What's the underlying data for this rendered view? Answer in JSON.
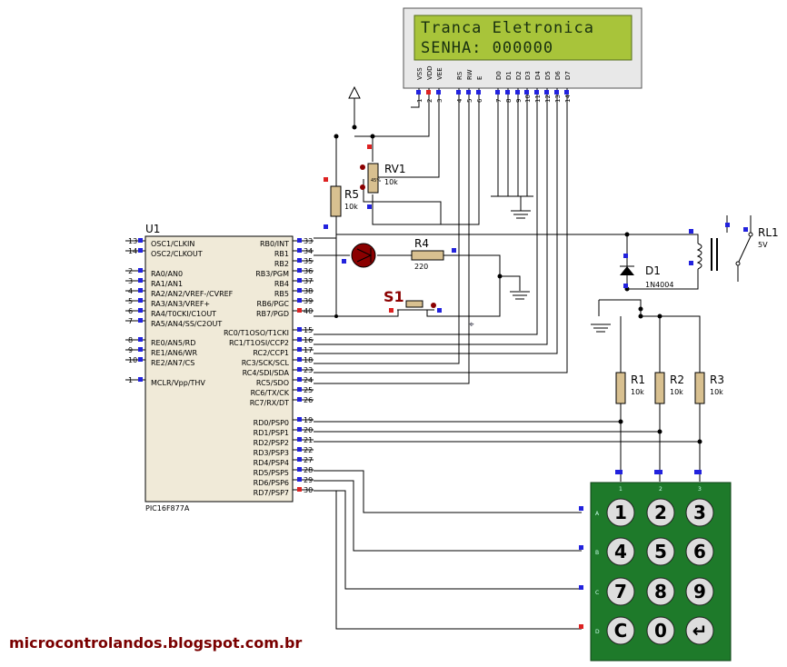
{
  "lcd": {
    "line1": "Tranca Eletronica",
    "line2": "SENHA: 000000",
    "pins": [
      "VSS",
      "VDD",
      "VEE",
      "RS",
      "RW",
      "E",
      "D0",
      "D1",
      "D2",
      "D3",
      "D4",
      "D5",
      "D6",
      "D7"
    ],
    "pin_numbers": [
      "1",
      "2",
      "3",
      "4",
      "5",
      "6",
      "7",
      "8",
      "9",
      "10",
      "11",
      "12",
      "13",
      "14"
    ]
  },
  "mcu": {
    "ref": "U1",
    "part": "PIC16F877A",
    "left_pins": [
      [
        "13",
        "OSC1/CLKIN"
      ],
      [
        "14",
        "OSC2/CLKOUT"
      ],
      [
        "2",
        "RA0/AN0"
      ],
      [
        "3",
        "RA1/AN1"
      ],
      [
        "4",
        "RA2/AN2/VREF-/CVREF"
      ],
      [
        "5",
        "RA3/AN3/VREF+"
      ],
      [
        "6",
        "RA4/T0CKI/C1OUT"
      ],
      [
        "7",
        "RA5/AN4/SS/C2OUT"
      ],
      [
        "8",
        "RE0/AN5/RD"
      ],
      [
        "9",
        "RE1/AN6/WR"
      ],
      [
        "10",
        "RE2/AN7/CS"
      ],
      [
        "1",
        "MCLR/Vpp/THV"
      ]
    ],
    "right_pins": [
      [
        "33",
        "RB0/INT"
      ],
      [
        "34",
        "RB1"
      ],
      [
        "35",
        "RB2"
      ],
      [
        "36",
        "RB3/PGM"
      ],
      [
        "37",
        "RB4"
      ],
      [
        "38",
        "RB5"
      ],
      [
        "39",
        "RB6/PGC"
      ],
      [
        "40",
        "RB7/PGD"
      ],
      [
        "15",
        "RC0/T1OSO/T1CKI"
      ],
      [
        "16",
        "RC1/T1OSI/CCP2"
      ],
      [
        "17",
        "RC2/CCP1"
      ],
      [
        "18",
        "RC3/SCK/SCL"
      ],
      [
        "23",
        "RC4/SDI/SDA"
      ],
      [
        "24",
        "RC5/SDO"
      ],
      [
        "25",
        "RC6/TX/CK"
      ],
      [
        "26",
        "RC7/RX/DT"
      ],
      [
        "19",
        "RD0/PSP0"
      ],
      [
        "20",
        "RD1/PSP1"
      ],
      [
        "21",
        "RD2/PSP2"
      ],
      [
        "22",
        "RD3/PSP3"
      ],
      [
        "27",
        "RD4/PSP4"
      ],
      [
        "28",
        "RD5/PSP5"
      ],
      [
        "29",
        "RD6/PSP6"
      ],
      [
        "30",
        "RD7/PSP7"
      ]
    ]
  },
  "components": {
    "rv1": {
      "ref": "RV1",
      "value": "10k",
      "pct": "45%"
    },
    "r5": {
      "ref": "R5",
      "value": "10k"
    },
    "r4": {
      "ref": "R4",
      "value": "220"
    },
    "s1": {
      "ref": "S1"
    },
    "d1": {
      "ref": "D1",
      "value": "1N4004"
    },
    "rl1": {
      "ref": "RL1",
      "value": "5V"
    },
    "r1": {
      "ref": "R1",
      "value": "10k"
    },
    "r2": {
      "ref": "R2",
      "value": "10k"
    },
    "r3": {
      "ref": "R3",
      "value": "10k"
    }
  },
  "keypad": {
    "keys": [
      "1",
      "2",
      "3",
      "4",
      "5",
      "6",
      "7",
      "8",
      "9",
      "C",
      "0",
      "↵"
    ],
    "rows": [
      "A",
      "B",
      "C",
      "D"
    ],
    "cols": [
      "1",
      "2",
      "3"
    ]
  },
  "footer": {
    "url": "microcontrolandos.blogspot.com.br"
  },
  "colors": {
    "lcd_bg": "#a8c43a",
    "keypad_bg": "#1e7a2a",
    "pin_blue": "#2222dd",
    "pin_red": "#dd2222",
    "wire": "#000000"
  }
}
